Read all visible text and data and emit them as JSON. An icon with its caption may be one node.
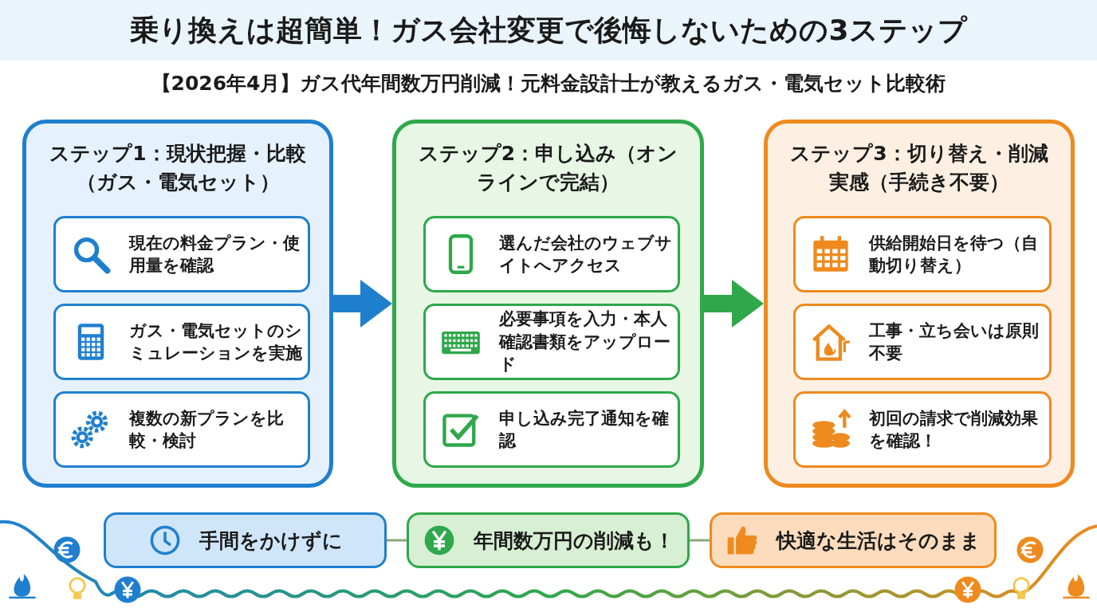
{
  "diagram": {
    "title": "乗り換えは超簡単！ガス会社変更で後悔しないための3ステップ",
    "nodes": [
      {
        "text": [
          "ステップ1：現状把握・比較（ガス・電気セット）"
        ]
      },
      {
        "text": [
          "現在の料金プラン・使用量を確認"
        ],
        "in": 0
      },
      {
        "text": [
          "ガス・電気セットのシミュレーションを実施"
        ],
        "in": 0
      },
      {
        "text": [
          "複数の新プランを比較・検討"
        ],
        "in": 0
      },
      {
        "text": [
          "ステップ2：申し込み（オンラインで完結）"
        ]
      },
      {
        "text": [
          "選んだ会社のウェブサイトへアクセス"
        ],
        "in": 4
      },
      {
        "text": [
          "必要事項を入力・本人確認書類をアップロード"
        ],
        "in": 4
      },
      {
        "text": [
          "申し込み完了通知を確認"
        ],
        "in": 4
      },
      {
        "text": [
          "ステップ3：切り替え・削減実感（手続き不要）"
        ]
      },
      {
        "text": [
          "供給開始日を待つ（自動切り替え）"
        ],
        "in": 8
      },
      {
        "text": [
          "工事・立ち会いは原則不要"
        ],
        "in": 8
      },
      {
        "text": [
          "初回の請求で削減効果を確認！"
        ],
        "in": 8
      },
      {
        "text": [
          "手間をかけずに"
        ]
      },
      {
        "text": [
          "年間数万円の削減も！"
        ]
      },
      {
        "text": [
          "快適な生活はそのまま"
        ]
      }
    ],
    "edges": [
      {
        "from": 0,
        "to": 4,
        "arrow": "to",
        "style": "thick",
        "color": "#1f7fcf"
      },
      {
        "from": 4,
        "to": 8,
        "arrow": "to",
        "style": "thick",
        "color": "#2ea84a"
      },
      {
        "from": 12,
        "to": 13,
        "arrow": "none"
      },
      {
        "from": 13,
        "to": 14,
        "arrow": "none"
      }
    ],
    "labels": [
      "【2026年4月】ガス代年間数万円削減！元料金設計士が教えるガス・電気セット比較術"
    ]
  }
}
